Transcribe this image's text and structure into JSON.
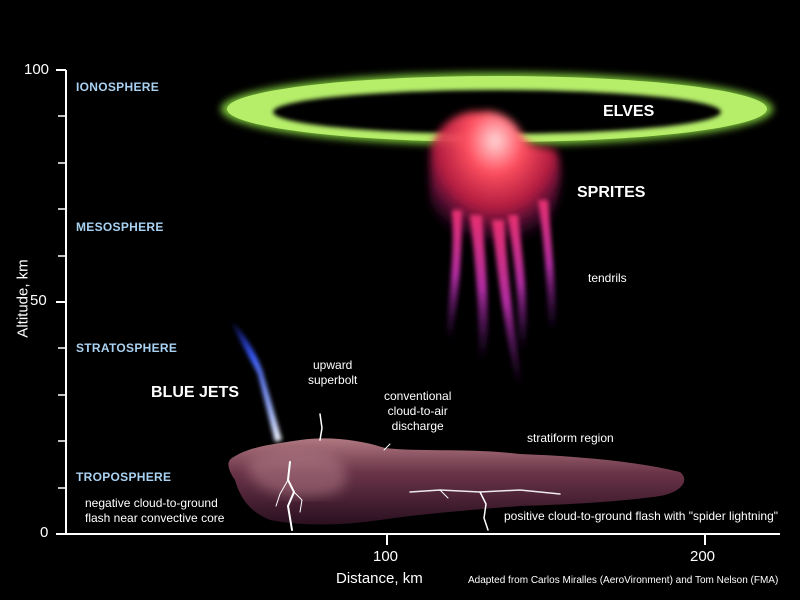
{
  "axes": {
    "y_label": "Altitude, km",
    "x_label": "Distance, km",
    "y_ticks": [
      "0",
      "50",
      "100"
    ],
    "x_ticks": [
      "100",
      "200"
    ]
  },
  "layers": {
    "ionosphere": "IONOSPHERE",
    "mesosphere": "MESOSPHERE",
    "stratosphere": "STRATOSPHERE",
    "troposphere": "TROPOSPHERE"
  },
  "phenomena": {
    "elves": "ELVES",
    "sprites": "SPRITES",
    "tendrils": "tendrils",
    "blue_jets": "BLUE JETS"
  },
  "annotations": {
    "upward_superbolt": [
      "upward",
      "superbolt"
    ],
    "cloud_to_air": [
      "conventional",
      "cloud-to-air",
      "discharge"
    ],
    "stratiform": "stratiform region",
    "negative_cg": [
      "negative cloud-to-ground",
      "flash near convective core"
    ],
    "positive_cg": "positive cloud-to-ground flash with \"spider lightning\""
  },
  "credit": "Adapted from Carlos Miralles (AeroVironment) and Tom Nelson (FMA)",
  "colors": {
    "background": "#000000",
    "layer_label": "#a9d2f2",
    "elves_ring": "#9be04a",
    "sprites": "#ff4a5e",
    "tendrils": "#b0309a",
    "blue_jet": "#3a5cff",
    "cloud": "#7a4456"
  }
}
